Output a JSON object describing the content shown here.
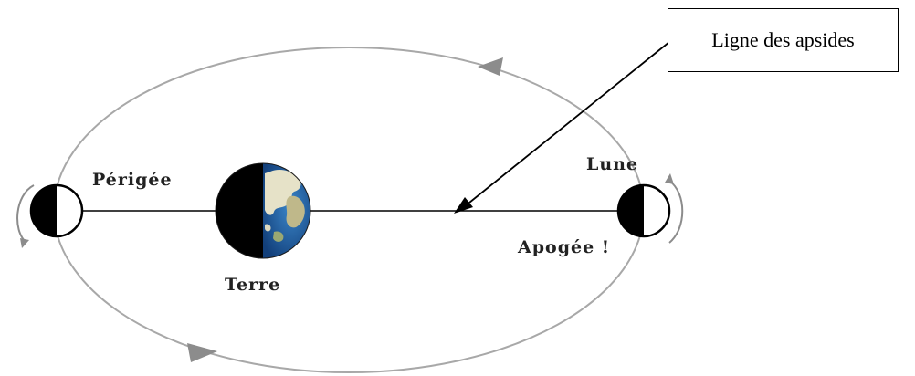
{
  "callout": {
    "text": "Ligne des apsides"
  },
  "labels": {
    "perigee": "Périgée",
    "apogee": "Apogée !",
    "earth": "Terre",
    "moon": "Lune"
  },
  "colors": {
    "orbit": "#a8a8a8",
    "line": "#000000",
    "ocean": "#1f5fa8",
    "land": "#e6e2c8",
    "dark_side": "#000000",
    "arrow_head": "#8c8c8c"
  }
}
